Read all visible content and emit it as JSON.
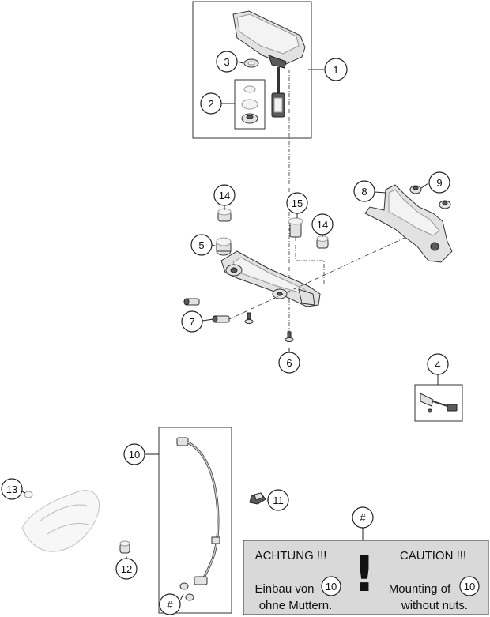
{
  "callouts": {
    "c1": "1",
    "c2": "2",
    "c3": "3",
    "c4": "4",
    "c5": "5",
    "c6": "6",
    "c7": "7",
    "c8": "8",
    "c9": "9",
    "c10": "10",
    "c11": "11",
    "c12": "12",
    "c13": "13",
    "c14a": "14",
    "c14b": "14",
    "c15": "15",
    "hash_top": "#",
    "hash_bottom": "#"
  },
  "warning": {
    "de_title": "ACHTUNG !!!",
    "en_title": "CAUTION !!!",
    "de_line1": "Einbau von",
    "de_ref": "10",
    "de_line2": "ohne Muttern.",
    "en_line1": "Mounting of",
    "en_ref": "10",
    "en_line2": "without nuts.",
    "mark": "!"
  }
}
